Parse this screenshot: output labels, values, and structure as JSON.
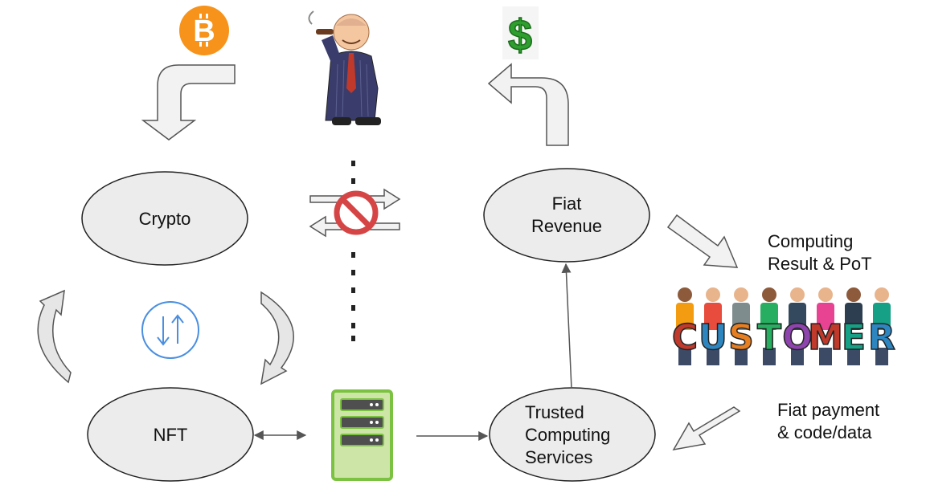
{
  "nodes": {
    "crypto": "Crypto",
    "nft": "NFT",
    "fiat_revenue": [
      "Fiat",
      "Revenue"
    ],
    "trusted": [
      "Trusted",
      "Computing",
      "Services"
    ]
  },
  "annotations": {
    "computing_result": [
      "Computing",
      "Result & PoT"
    ],
    "fiat_payment": [
      "Fiat payment",
      "& code/data"
    ]
  },
  "icons": {
    "bitcoin": {
      "name": "bitcoin-icon",
      "glyph": "B",
      "color": "#f7931a"
    },
    "dollar": {
      "name": "dollar-sign-icon",
      "glyph": "$",
      "color": "#2e9e2e"
    },
    "swap": {
      "name": "swap-arrows-icon",
      "glyph": "↓↑",
      "color": "#4a8fe0"
    },
    "server": {
      "name": "server-icon",
      "color": "#7cc242"
    },
    "no_entry": {
      "name": "no-entry-icon",
      "color": "#d64545"
    }
  },
  "customer_letters": [
    "C",
    "U",
    "S",
    "T",
    "O",
    "M",
    "E",
    "R"
  ],
  "customer_colors": [
    "#c0392b",
    "#2e86c1",
    "#e67e22",
    "#27ae60",
    "#8e44ad",
    "#c0392b",
    "#16a085",
    "#2e86c1"
  ]
}
